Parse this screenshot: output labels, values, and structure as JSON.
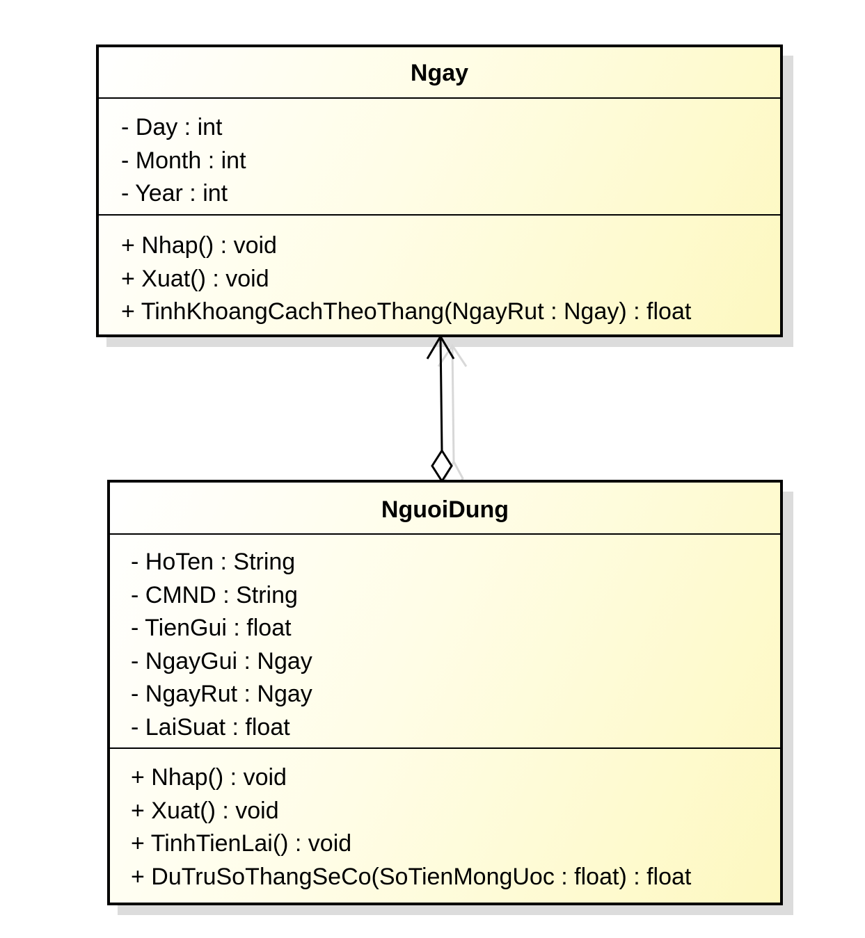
{
  "diagram": {
    "classes": [
      {
        "name": "Ngay",
        "attributes": [
          "- Day : int",
          "- Month : int",
          "- Year : int"
        ],
        "operations": [
          "+ Nhap() : void",
          "+ Xuat() : void",
          "+ TinhKhoangCachTheoThang(NgayRut : Ngay) : float"
        ]
      },
      {
        "name": "NguoiDung",
        "attributes": [
          "- HoTen : String",
          "- CMND : String",
          "- TienGui : float",
          "- NgayGui : Ngay",
          "- NgayRut : Ngay",
          "- LaiSuat : float"
        ],
        "operations": [
          "+ Nhap() : void",
          "+ Xuat() : void",
          "+ TinhTienLai() : void",
          "+ DuTruSoThangSeCo(SoTienMongUoc : float) : float"
        ]
      }
    ],
    "relationships": [
      {
        "type": "aggregation",
        "navigable": true,
        "whole": "NguoiDung",
        "part": "Ngay"
      }
    ],
    "colors": {
      "class_fill_start": "#ffffff",
      "class_fill_end": "#fdf8c0",
      "border": "#000000",
      "shadow": "#d0d0d0"
    }
  }
}
